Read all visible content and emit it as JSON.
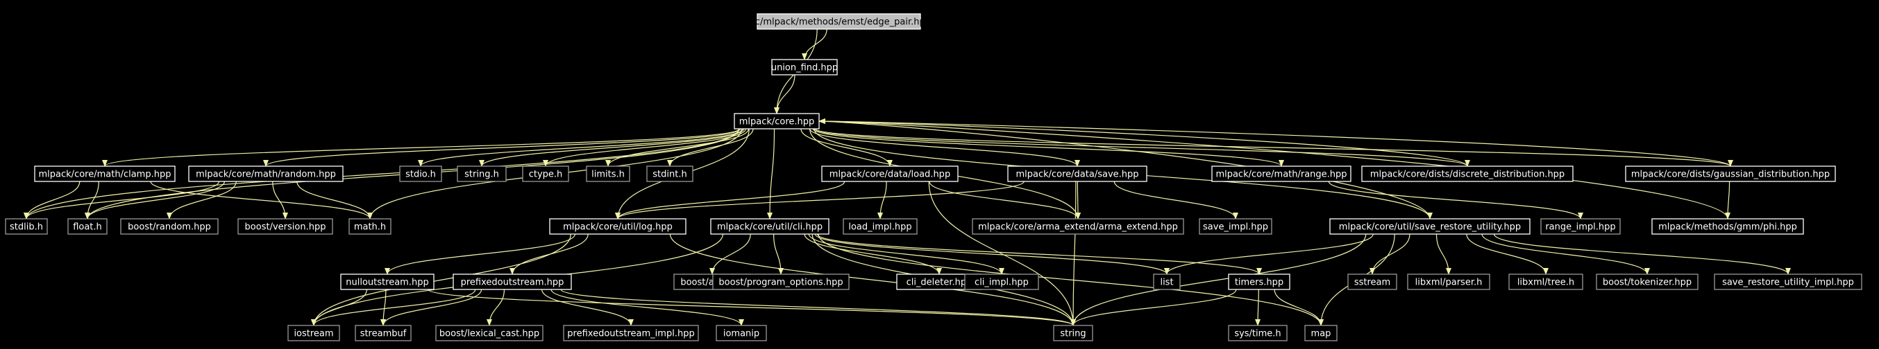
{
  "nodes": [
    {
      "id": "edge_pair",
      "label": "src/mlpack/methods/emst/edge_pair.hpp",
      "style": "root"
    },
    {
      "id": "union_find",
      "label": "union_find.hpp",
      "style": "white"
    },
    {
      "id": "core",
      "label": "mlpack/core.hpp",
      "style": "white"
    },
    {
      "id": "clamp",
      "label": "mlpack/core/math/clamp.hpp",
      "style": "white"
    },
    {
      "id": "random",
      "label": "mlpack/core/math/random.hpp",
      "style": "white"
    },
    {
      "id": "stdio",
      "label": "stdio.h",
      "style": "grey"
    },
    {
      "id": "string_h",
      "label": "string.h",
      "style": "grey"
    },
    {
      "id": "ctype",
      "label": "ctype.h",
      "style": "grey"
    },
    {
      "id": "limits",
      "label": "limits.h",
      "style": "grey"
    },
    {
      "id": "stdint",
      "label": "stdint.h",
      "style": "grey"
    },
    {
      "id": "load",
      "label": "mlpack/core/data/load.hpp",
      "style": "white"
    },
    {
      "id": "save",
      "label": "mlpack/core/data/save.hpp",
      "style": "white"
    },
    {
      "id": "range",
      "label": "mlpack/core/math/range.hpp",
      "style": "white"
    },
    {
      "id": "discrete",
      "label": "mlpack/core/dists/discrete_distribution.hpp",
      "style": "white"
    },
    {
      "id": "gaussian",
      "label": "mlpack/core/dists/gaussian_distribution.hpp",
      "style": "white"
    },
    {
      "id": "stdlib",
      "label": "stdlib.h",
      "style": "grey"
    },
    {
      "id": "float_h",
      "label": "float.h",
      "style": "grey"
    },
    {
      "id": "boost_random",
      "label": "boost/random.hpp",
      "style": "grey"
    },
    {
      "id": "boost_version",
      "label": "boost/version.hpp",
      "style": "grey"
    },
    {
      "id": "math_h",
      "label": "math.h",
      "style": "grey"
    },
    {
      "id": "log",
      "label": "mlpack/core/util/log.hpp",
      "style": "white"
    },
    {
      "id": "cli",
      "label": "mlpack/core/util/cli.hpp",
      "style": "white"
    },
    {
      "id": "load_impl",
      "label": "load_impl.hpp",
      "style": "grey"
    },
    {
      "id": "arma_extend",
      "label": "mlpack/core/arma_extend/arma_extend.hpp",
      "style": "grey"
    },
    {
      "id": "save_impl",
      "label": "save_impl.hpp",
      "style": "grey"
    },
    {
      "id": "sru",
      "label": "mlpack/core/util/save_restore_utility.hpp",
      "style": "white"
    },
    {
      "id": "range_impl",
      "label": "range_impl.hpp",
      "style": "grey"
    },
    {
      "id": "phi",
      "label": "mlpack/methods/gmm/phi.hpp",
      "style": "white"
    },
    {
      "id": "nullout",
      "label": "nulloutstream.hpp",
      "style": "white"
    },
    {
      "id": "prefixed",
      "label": "prefixedoutstream.hpp",
      "style": "white"
    },
    {
      "id": "boost_any",
      "label": "boost/any.hpp",
      "style": "grey"
    },
    {
      "id": "boost_po",
      "label": "boost/program_options.hpp",
      "style": "grey"
    },
    {
      "id": "cli_deleter",
      "label": "cli_deleter.hpp",
      "style": "white"
    },
    {
      "id": "cli_impl",
      "label": "cli_impl.hpp",
      "style": "grey"
    },
    {
      "id": "list",
      "label": "list",
      "style": "grey"
    },
    {
      "id": "timers",
      "label": "timers.hpp",
      "style": "white"
    },
    {
      "id": "sstream",
      "label": "sstream",
      "style": "grey"
    },
    {
      "id": "libxml_parser",
      "label": "libxml/parser.h",
      "style": "grey"
    },
    {
      "id": "libxml_tree",
      "label": "libxml/tree.h",
      "style": "grey"
    },
    {
      "id": "boost_tokenizer",
      "label": "boost/tokenizer.hpp",
      "style": "grey"
    },
    {
      "id": "sru_impl",
      "label": "save_restore_utility_impl.hpp",
      "style": "grey"
    },
    {
      "id": "iostream",
      "label": "iostream",
      "style": "grey"
    },
    {
      "id": "streambuf",
      "label": "streambuf",
      "style": "grey"
    },
    {
      "id": "lexical_cast",
      "label": "boost/lexical_cast.hpp",
      "style": "grey"
    },
    {
      "id": "prefixed_impl",
      "label": "prefixedoutstream_impl.hpp",
      "style": "grey"
    },
    {
      "id": "iomanip",
      "label": "iomanip",
      "style": "grey"
    },
    {
      "id": "string",
      "label": "string",
      "style": "grey"
    },
    {
      "id": "sys_time",
      "label": "sys/time.h",
      "style": "grey"
    },
    {
      "id": "map",
      "label": "map",
      "style": "grey"
    }
  ],
  "edges": [
    [
      "edge_pair",
      "union_find"
    ],
    [
      "edge_pair",
      "core"
    ],
    [
      "union_find",
      "core"
    ],
    [
      "core",
      "clamp"
    ],
    [
      "core",
      "random"
    ],
    [
      "core",
      "stdio"
    ],
    [
      "core",
      "string_h"
    ],
    [
      "core",
      "ctype"
    ],
    [
      "core",
      "limits"
    ],
    [
      "core",
      "stdint"
    ],
    [
      "core",
      "load"
    ],
    [
      "core",
      "save"
    ],
    [
      "core",
      "range"
    ],
    [
      "core",
      "discrete"
    ],
    [
      "core",
      "gaussian"
    ],
    [
      "core",
      "stdlib"
    ],
    [
      "core",
      "float_h"
    ],
    [
      "core",
      "math_h"
    ],
    [
      "core",
      "log"
    ],
    [
      "core",
      "cli"
    ],
    [
      "core",
      "sru"
    ],
    [
      "core",
      "arma_extend"
    ],
    [
      "clamp",
      "stdlib"
    ],
    [
      "clamp",
      "float_h"
    ],
    [
      "clamp",
      "math_h"
    ],
    [
      "random",
      "stdlib"
    ],
    [
      "random",
      "float_h"
    ],
    [
      "random",
      "boost_random"
    ],
    [
      "random",
      "boost_version"
    ],
    [
      "random",
      "math_h"
    ],
    [
      "load",
      "log"
    ],
    [
      "load",
      "load_impl"
    ],
    [
      "load",
      "arma_extend"
    ],
    [
      "load",
      "string"
    ],
    [
      "save",
      "log"
    ],
    [
      "save",
      "arma_extend"
    ],
    [
      "save",
      "save_impl"
    ],
    [
      "save",
      "string"
    ],
    [
      "range",
      "range_impl"
    ],
    [
      "discrete",
      "core"
    ],
    [
      "gaussian",
      "core"
    ],
    [
      "gaussian",
      "phi"
    ],
    [
      "phi",
      "core"
    ],
    [
      "log",
      "nullout"
    ],
    [
      "log",
      "prefixed"
    ],
    [
      "log",
      "iostream"
    ],
    [
      "log",
      "string"
    ],
    [
      "cli",
      "boost_any"
    ],
    [
      "cli",
      "boost_po"
    ],
    [
      "cli",
      "cli_deleter"
    ],
    [
      "cli",
      "cli_impl"
    ],
    [
      "cli",
      "list"
    ],
    [
      "cli",
      "timers"
    ],
    [
      "cli",
      "map"
    ],
    [
      "cli",
      "iostream"
    ],
    [
      "cli",
      "string"
    ],
    [
      "sru",
      "core"
    ],
    [
      "sru",
      "list"
    ],
    [
      "sru",
      "sstream"
    ],
    [
      "sru",
      "libxml_parser"
    ],
    [
      "sru",
      "libxml_tree"
    ],
    [
      "sru",
      "boost_tokenizer"
    ],
    [
      "sru",
      "sru_impl"
    ],
    [
      "sru",
      "string"
    ],
    [
      "sru",
      "map"
    ],
    [
      "nullout",
      "iostream"
    ],
    [
      "nullout",
      "streambuf"
    ],
    [
      "nullout",
      "string"
    ],
    [
      "prefixed",
      "iostream"
    ],
    [
      "prefixed",
      "streambuf"
    ],
    [
      "prefixed",
      "lexical_cast"
    ],
    [
      "prefixed",
      "prefixed_impl"
    ],
    [
      "prefixed",
      "iomanip"
    ],
    [
      "prefixed",
      "string"
    ],
    [
      "timers",
      "sys_time"
    ],
    [
      "timers",
      "map"
    ],
    [
      "timers",
      "string"
    ]
  ],
  "colors": {
    "background": "#000000",
    "edge": "#f2f2a8",
    "node_border_white": "#ffffff",
    "node_border_grey": "#9a9a9a",
    "root_fill": "#bfbfbf",
    "text": "#ffffff",
    "root_text": "#000000"
  }
}
